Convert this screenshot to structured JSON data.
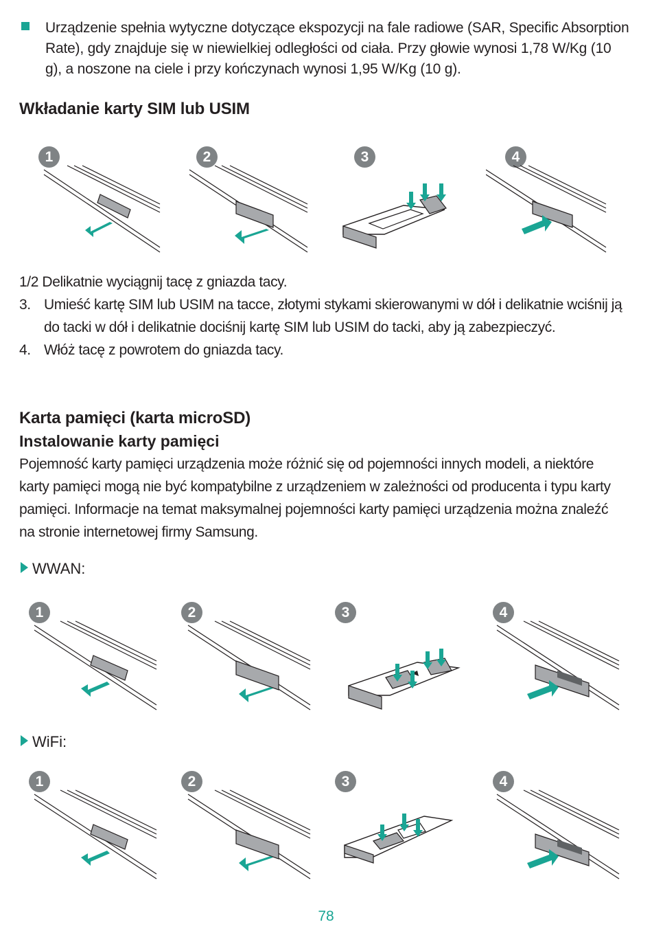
{
  "sar_note": {
    "bullet_color": "#1aa594",
    "text": "Urządzenie spełnia wytyczne dotyczące ekspozycji na fale radiowe (SAR, Specific Absorption Rate), gdy znajduje się w niewielkiej odległości od ciała. Przy głowie wynosi 1,78 W/Kg (10 g), a noszone na ciele i przy kończynach wynosi 1,95 W/Kg (10 g)."
  },
  "sim_section": {
    "title": "Wkładanie karty SIM lub USIM",
    "steps": [
      {
        "badge": "1",
        "illustration": "tray-pull"
      },
      {
        "badge": "2",
        "illustration": "tray-pull-out"
      },
      {
        "badge": "3",
        "illustration": "sim-on-tray"
      },
      {
        "badge": "4",
        "illustration": "tray-push"
      }
    ],
    "instructions": {
      "line_1_2": "1/2 Delikatnie wyciągnij tacę z gniazda tacy.",
      "step3_num": "3.",
      "step3_text": "Umieść kartę SIM lub USIM na tacce, złotymi stykami skierowanymi w dół i delikatnie wciśnij ją do tacki w dół i delikatnie dociśnij kartę SIM lub USIM do tacki, aby ją zabezpieczyć.",
      "step4_num": "4.",
      "step4_text": "Włóż tacę z powrotem do gniazda tacy."
    }
  },
  "memory_section": {
    "title": "Karta pamięci (karta microSD)",
    "subtitle": "Instalowanie karty pamięci",
    "body": "Pojemność karty pamięci urządzenia może różnić się od pojemności innych modeli, a niektóre karty pamięci mogą nie być kompatybilne z urządzeniem w zależności od producenta i typu karty pamięci. Informacje na temat maksymalnej pojemności karty pamięci urządzenia można znaleźć na stronie internetowej firmy Samsung.",
    "wwan_label": "WWAN:",
    "wwan_steps": [
      "1",
      "2",
      "3",
      "4"
    ],
    "wifi_label": "WiFi:",
    "wifi_steps": [
      "1",
      "2",
      "3",
      "4"
    ]
  },
  "page_number": "78",
  "colors": {
    "accent": "#1aa594",
    "badge": "#7f8385",
    "tray": "#a7a9ac",
    "text": "#231f20"
  }
}
